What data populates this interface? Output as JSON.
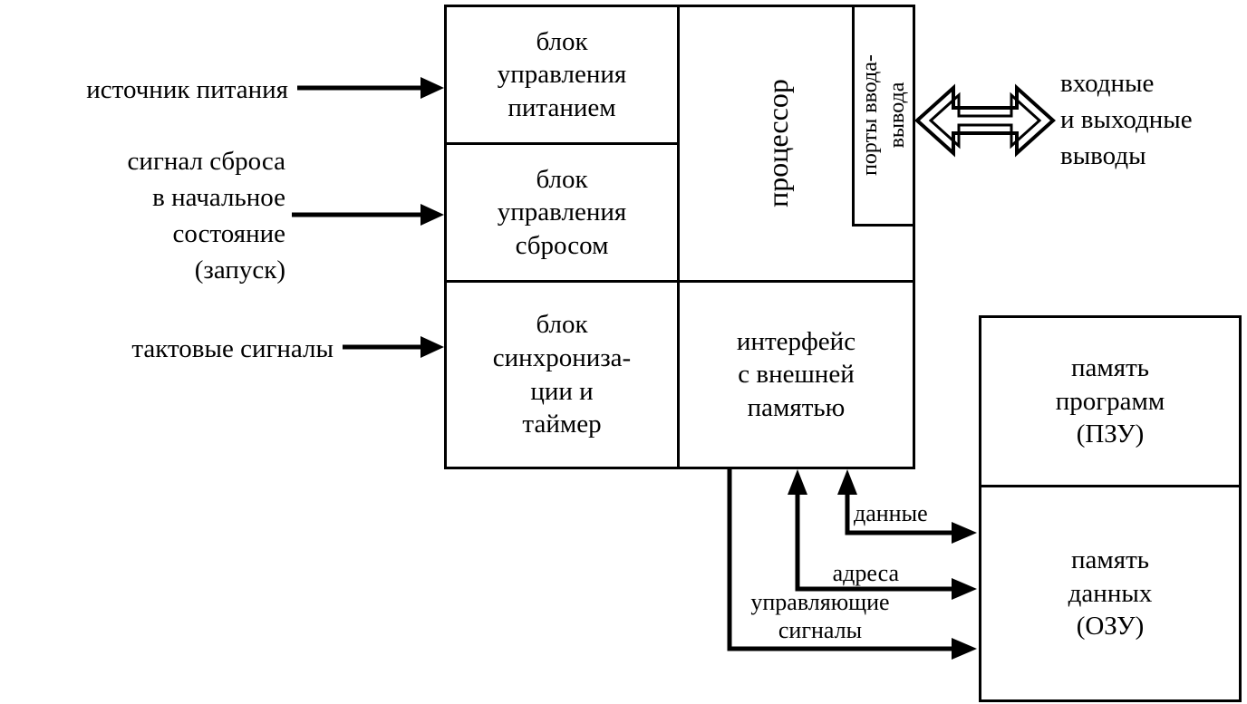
{
  "blocks": {
    "power_block": "блок\nуправления\nпитанием",
    "reset_block": "блок\nуправления\nсбросом",
    "sync_block": "блок\nсинхрониза-\nции и\nтаймер",
    "processor": "процессор",
    "io_ports": "порты ввода-\nвывода",
    "ext_memory_interface": "интерфейс\nс внешней\nпамятью",
    "program_memory": "память\nпрограмм\n(ПЗУ)",
    "data_memory": "память\nданных\n(ОЗУ)"
  },
  "input_labels": {
    "power_source": "источник питания",
    "reset_signal": "сигнал сброса\nв начальное\nсостояние\n(запуск)",
    "clock_signals": "тактовые сигналы"
  },
  "output_labels": {
    "io_pins": "входные\nи выходные\nвыводы"
  },
  "bus_labels": {
    "data": "данные",
    "addresses": "адреса",
    "control_signals": "управляющие\nсигналы"
  },
  "colors": {
    "line": "#000000",
    "background": "#ffffff"
  }
}
